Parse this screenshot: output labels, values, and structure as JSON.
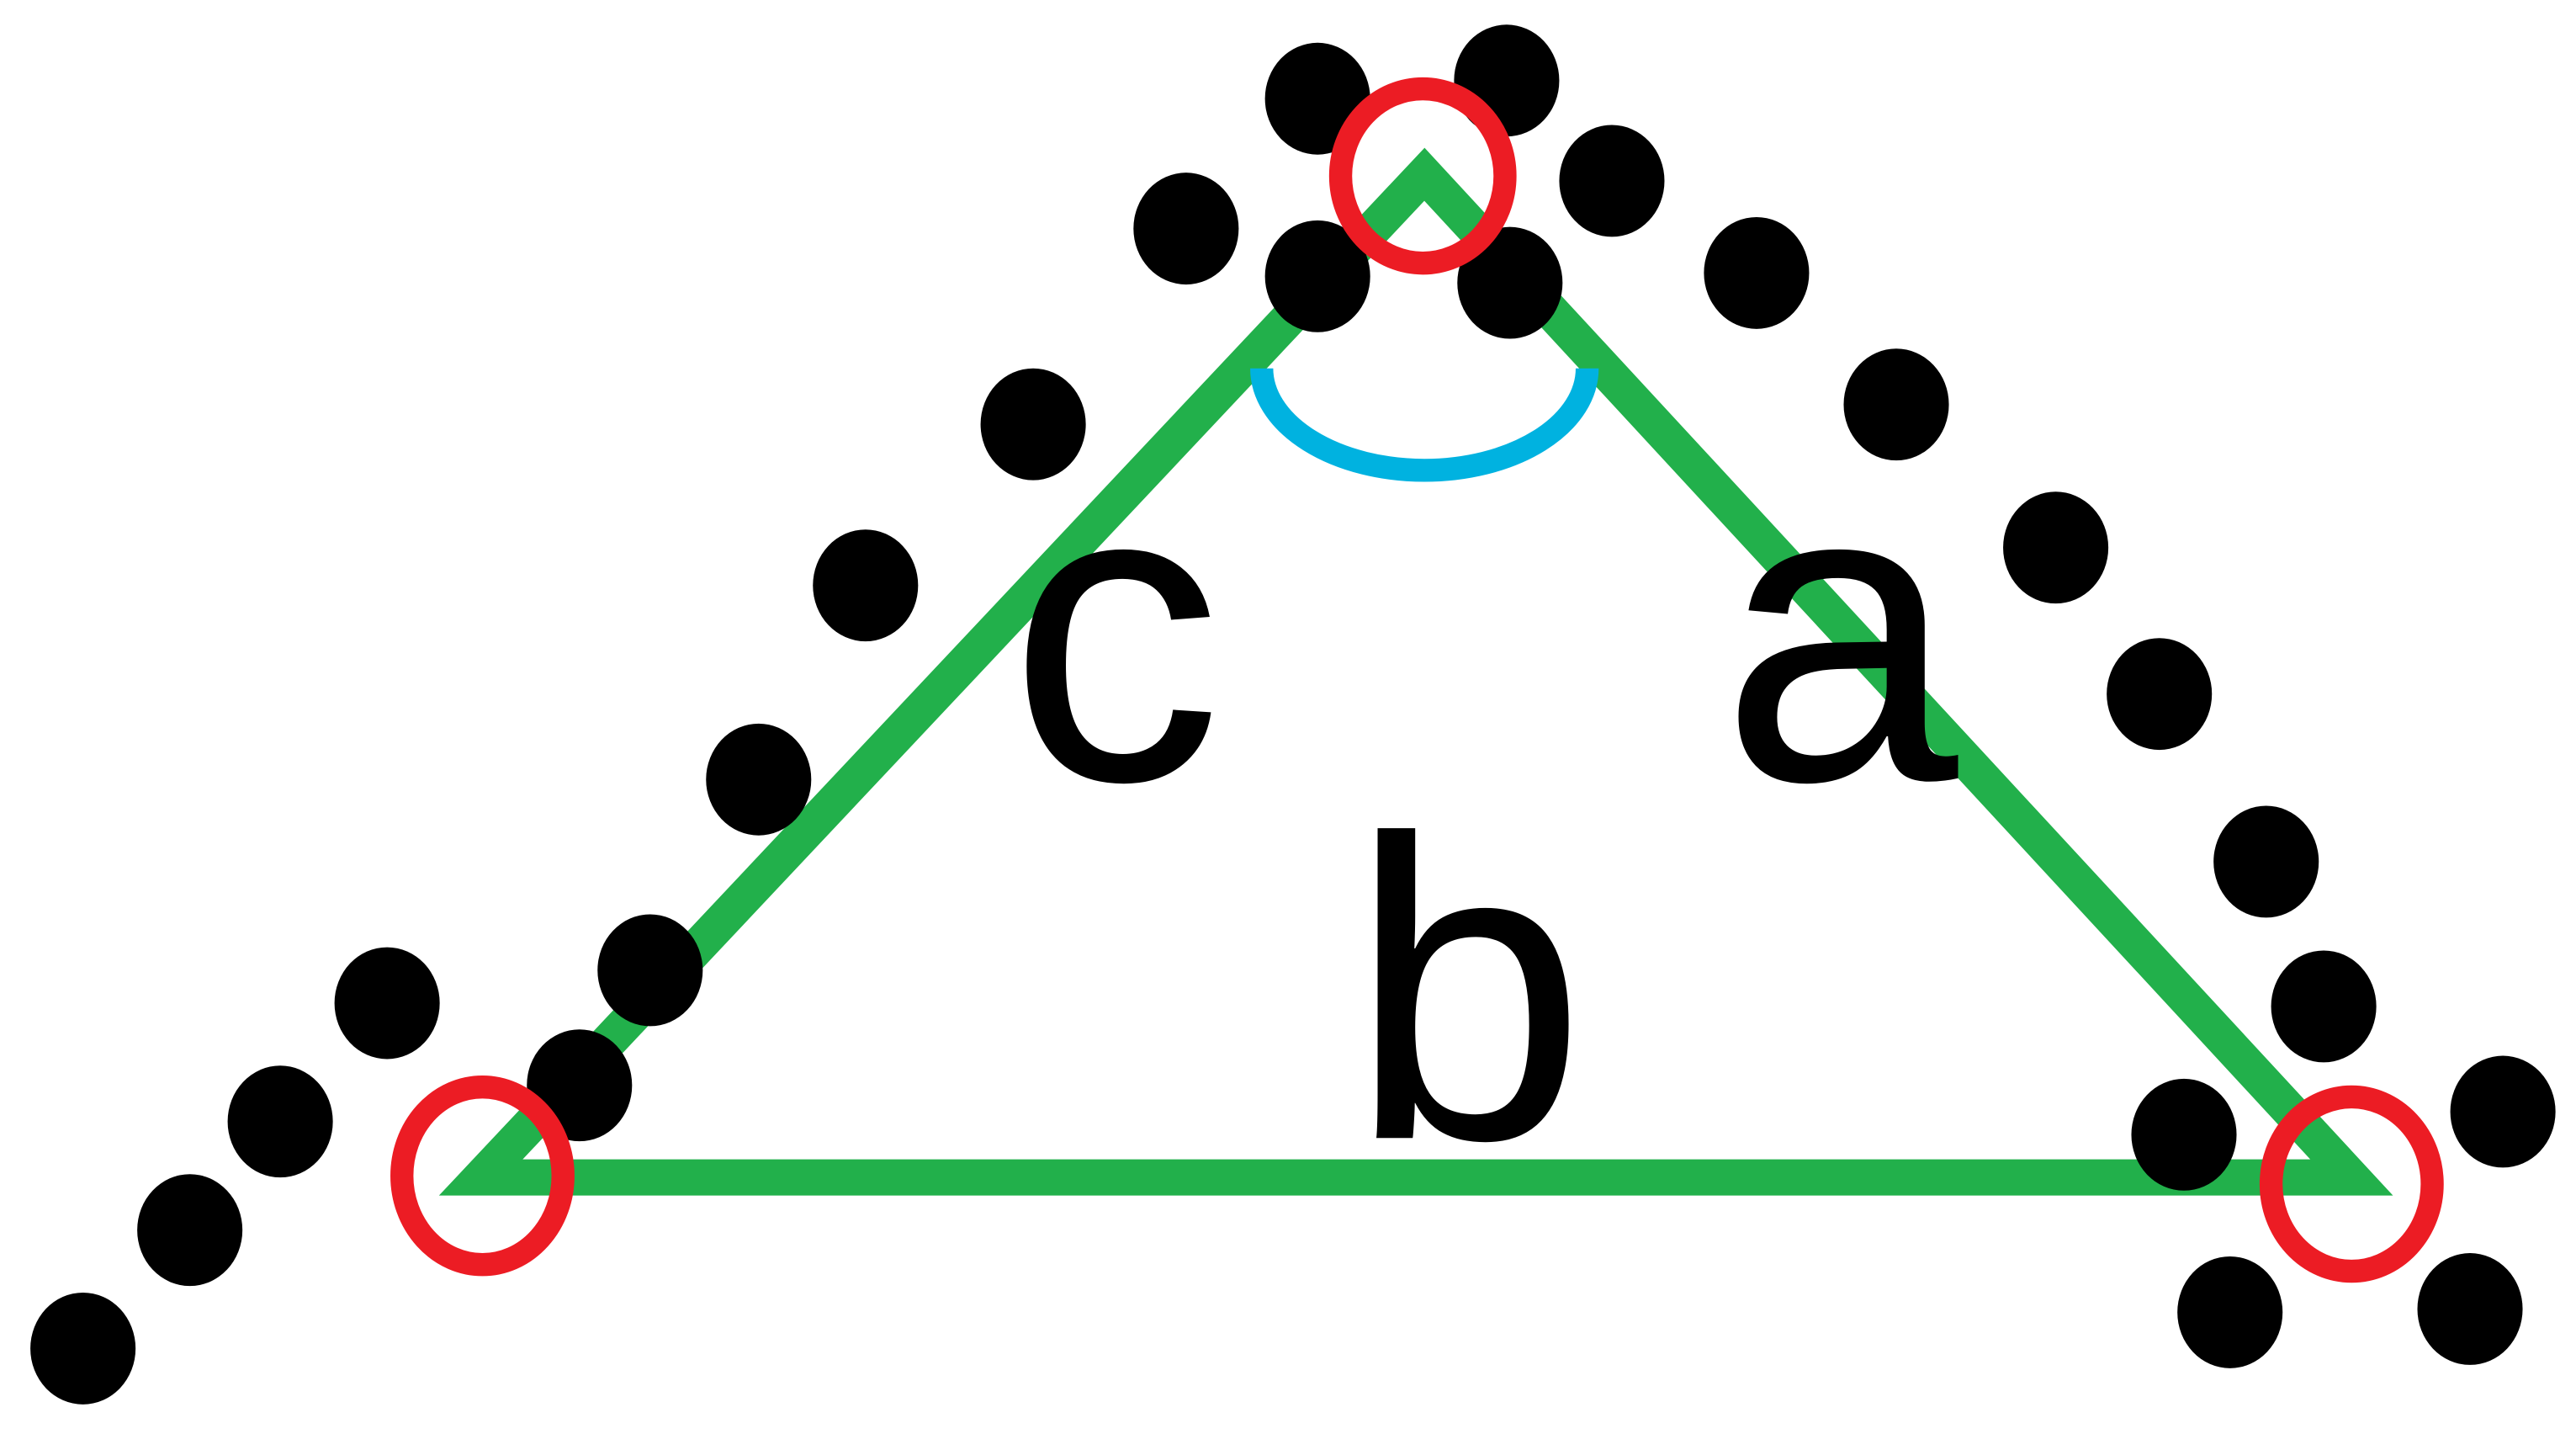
{
  "labels": {
    "side_a": "a",
    "side_b": "b",
    "side_c": "c"
  },
  "colors": {
    "triangle": "#22b04b",
    "angle_arc": "#00b2e0",
    "vertex_circle": "#ec1c24",
    "dot": "#000000"
  }
}
